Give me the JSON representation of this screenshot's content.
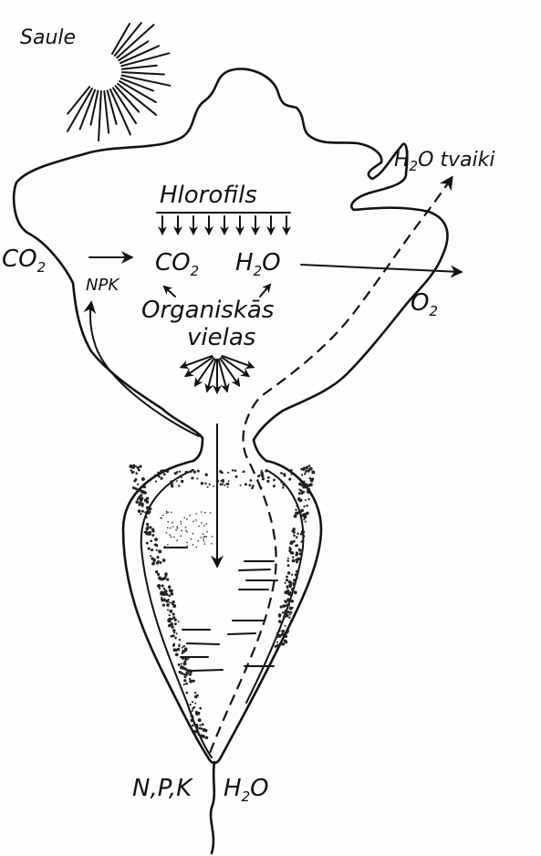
{
  "labels": {
    "sun": "Saule",
    "chlorophyll": "Hlorofils",
    "co2_outside_main": "CO",
    "co2_outside_sub": "2",
    "npk_top": "NPK",
    "co2_inside_main": "CO",
    "co2_inside_sub": "2",
    "h2o_inside_main": "H",
    "h2o_inside_sub": "2",
    "h2o_inside_tail": "O",
    "organic_line1": "Organiskās",
    "organic_line2": "vielas",
    "vapour_main": "H",
    "vapour_sub": "2",
    "vapour_tail": "O tvaiki",
    "o2_main": "O",
    "o2_sub": "2",
    "npk_root": "N,P,K",
    "h2o_root_main": "H",
    "h2o_root_sub": "2",
    "h2o_root_tail": "O"
  },
  "colors": {
    "ink": "#111111",
    "paper": "#fdfdfb"
  }
}
